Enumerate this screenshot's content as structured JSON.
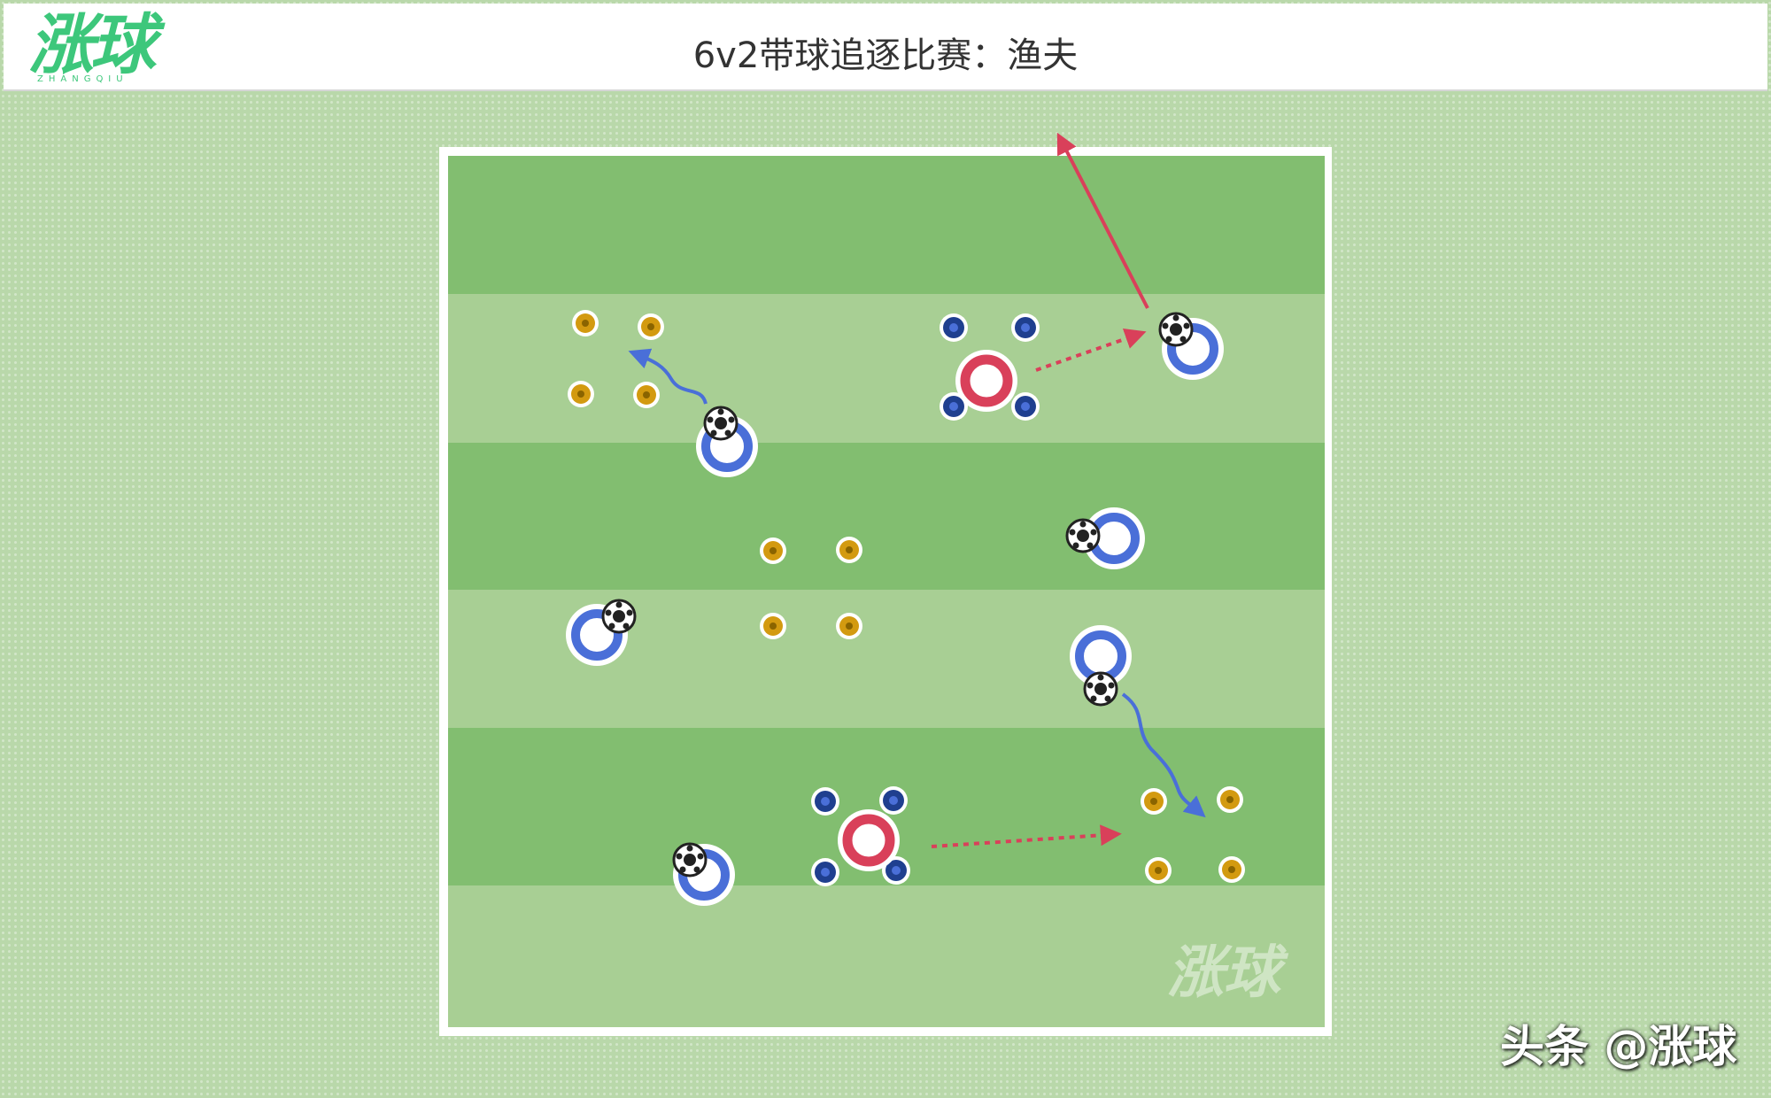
{
  "header": {
    "logo_text": "涨球",
    "logo_sub": "ZHANGQIU",
    "title": "6v2带球追逐比赛：渔夫"
  },
  "watermark": {
    "text": "涨球"
  },
  "footer": {
    "text": "头条 @涨球"
  },
  "colors": {
    "stripe_dark": "#82be70",
    "stripe_light": "#a8cf94",
    "outer_bg": "#b9d8aa",
    "field_border": "#ffffff",
    "attacker_blue": "#4a6fd8",
    "chaser_red": "#d9405a",
    "cone_orange": "#d39a10",
    "disc_navy": "#1f3f8f",
    "logo_green": "#3dc77b"
  },
  "legend_icons": [
    "soccer-ball-icon",
    "player-ring-icon",
    "cone-icon",
    "disc-marker-icon"
  ]
}
